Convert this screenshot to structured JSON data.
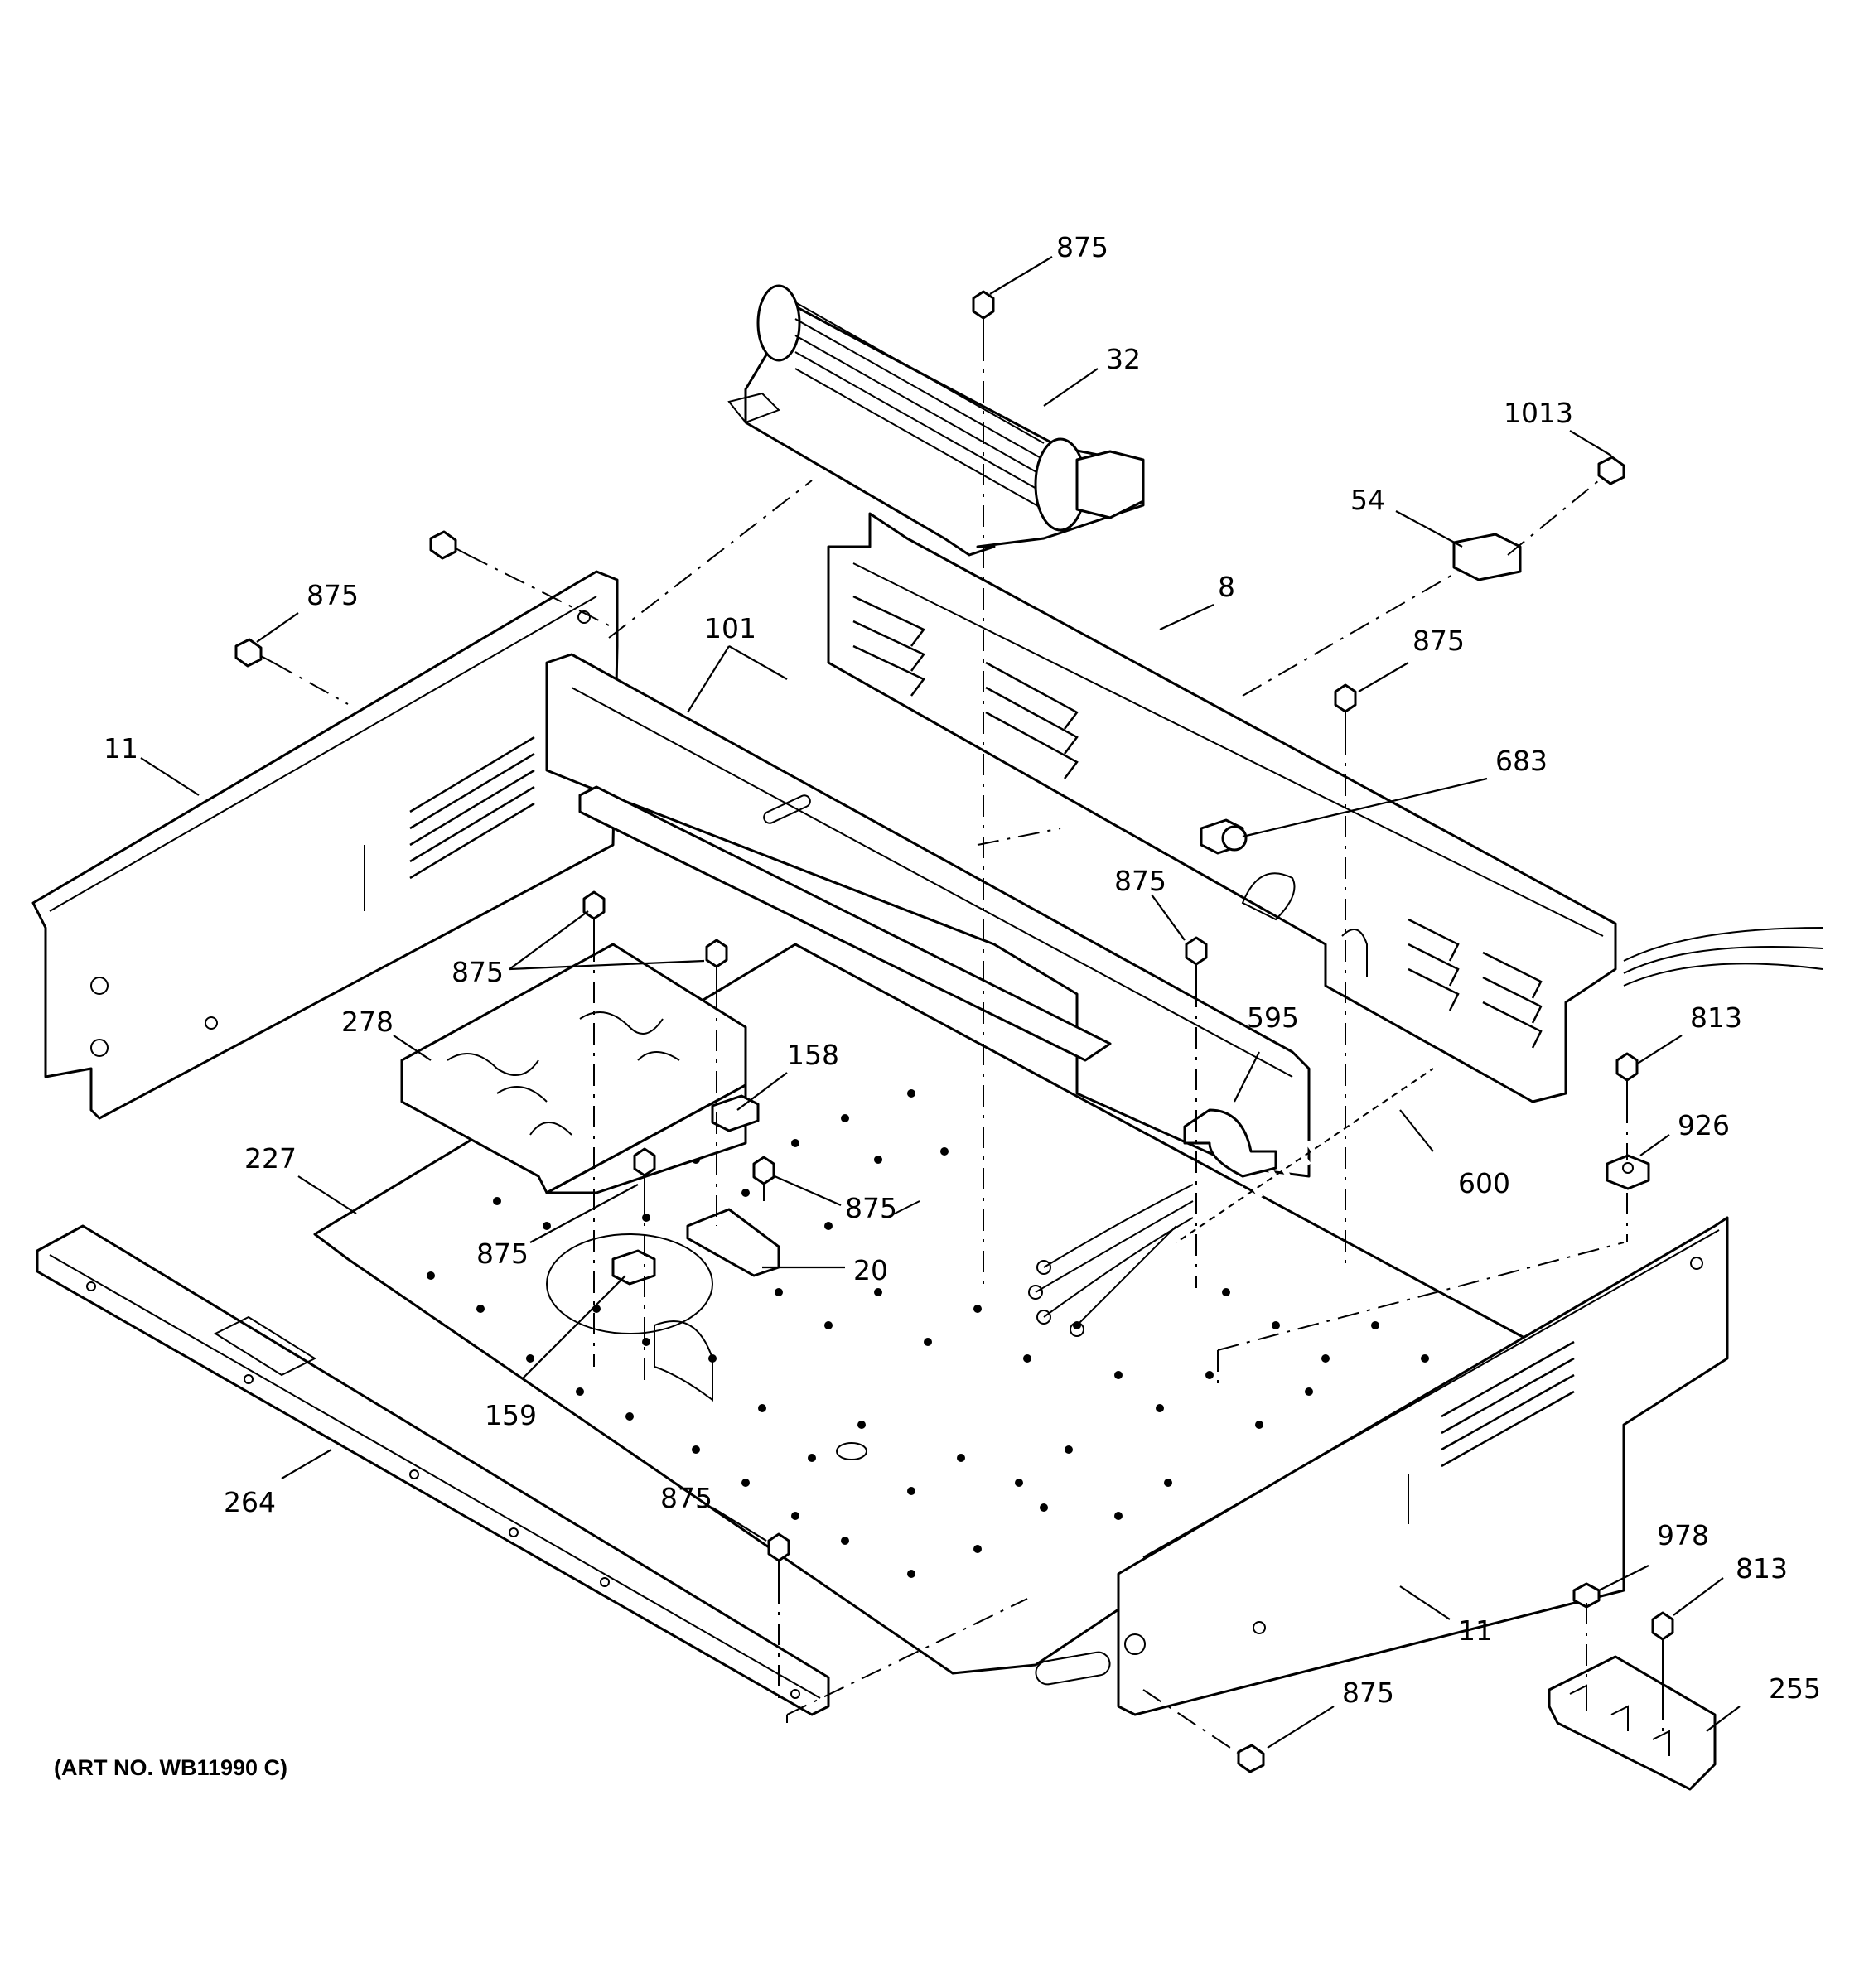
{
  "art_number": "(ART NO. WB11990 C)",
  "callouts": [
    {
      "id": "c-875-top",
      "label": "875"
    },
    {
      "id": "c-32",
      "label": "32"
    },
    {
      "id": "c-1013",
      "label": "1013"
    },
    {
      "id": "c-54",
      "label": "54"
    },
    {
      "id": "c-8",
      "label": "8"
    },
    {
      "id": "c-875-left",
      "label": "875"
    },
    {
      "id": "c-101",
      "label": "101"
    },
    {
      "id": "c-875-right",
      "label": "875"
    },
    {
      "id": "c-683",
      "label": "683"
    },
    {
      "id": "c-11-left",
      "label": "11"
    },
    {
      "id": "c-875-mid",
      "label": "875"
    },
    {
      "id": "c-875-pair",
      "label": "875"
    },
    {
      "id": "c-813-top",
      "label": "813"
    },
    {
      "id": "c-595",
      "label": "595"
    },
    {
      "id": "c-278",
      "label": "278"
    },
    {
      "id": "c-158",
      "label": "158"
    },
    {
      "id": "c-926",
      "label": "926"
    },
    {
      "id": "c-227",
      "label": "227"
    },
    {
      "id": "c-875-b1",
      "label": "875"
    },
    {
      "id": "c-600",
      "label": "600"
    },
    {
      "id": "c-875-b2",
      "label": "875"
    },
    {
      "id": "c-20",
      "label": "20"
    },
    {
      "id": "c-159",
      "label": "159"
    },
    {
      "id": "c-264",
      "label": "264"
    },
    {
      "id": "c-875-bottom",
      "label": "875"
    },
    {
      "id": "c-978",
      "label": "978"
    },
    {
      "id": "c-813-bottom",
      "label": "813"
    },
    {
      "id": "c-11-right",
      "label": "11"
    },
    {
      "id": "c-255",
      "label": "255"
    },
    {
      "id": "c-875-br",
      "label": "875"
    }
  ]
}
